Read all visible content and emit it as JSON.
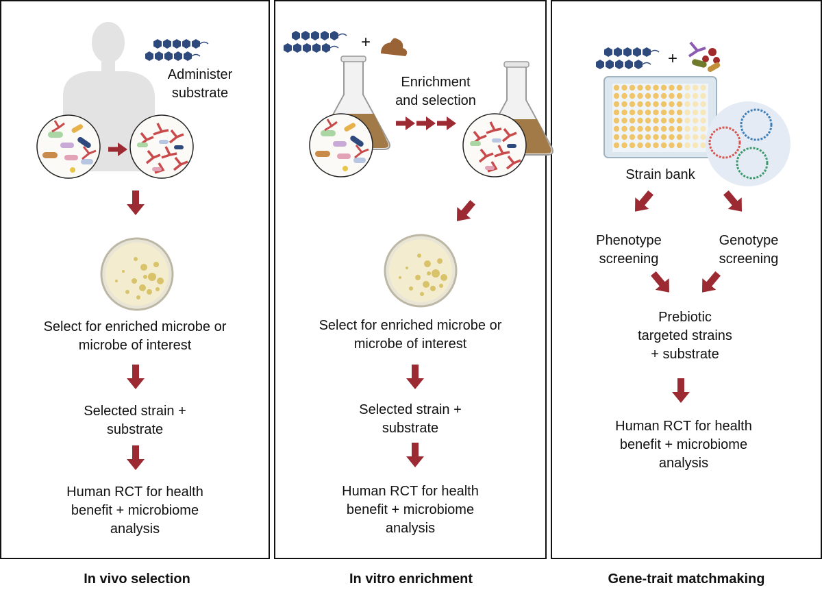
{
  "panels": [
    {
      "title": "In vivo selection",
      "labels": {
        "administer": [
          "Administer",
          "substrate"
        ],
        "select": [
          "Select for enriched microbe or",
          "microbe of interest"
        ],
        "selected": [
          "Selected strain +",
          "substrate"
        ],
        "rct": [
          "Human RCT for health",
          "benefit + microbiome",
          "analysis"
        ]
      }
    },
    {
      "title": "In vitro enrichment",
      "labels": {
        "plus": "+",
        "enrichment": [
          "Enrichment",
          "and selection"
        ],
        "select": [
          "Select for enriched microbe or",
          "microbe of interest"
        ],
        "selected": [
          "Selected strain +",
          "substrate"
        ],
        "rct": [
          "Human RCT for health",
          "benefit + microbiome",
          "analysis"
        ]
      }
    },
    {
      "title": "Gene-trait matchmaking",
      "labels": {
        "plus": "+",
        "strain_bank": "Strain bank",
        "phenotype": [
          "Phenotype",
          "screening"
        ],
        "genotype": [
          "Genotype",
          "screening"
        ],
        "prebiotic": [
          "Prebiotic",
          "targeted strains",
          "+ substrate"
        ],
        "rct": [
          "Human RCT for health",
          "benefit + microbiome",
          "analysis"
        ]
      }
    }
  ],
  "colors": {
    "arrow": "#9b2a33",
    "substrate": "#2e4a7d",
    "border": "#111111"
  }
}
